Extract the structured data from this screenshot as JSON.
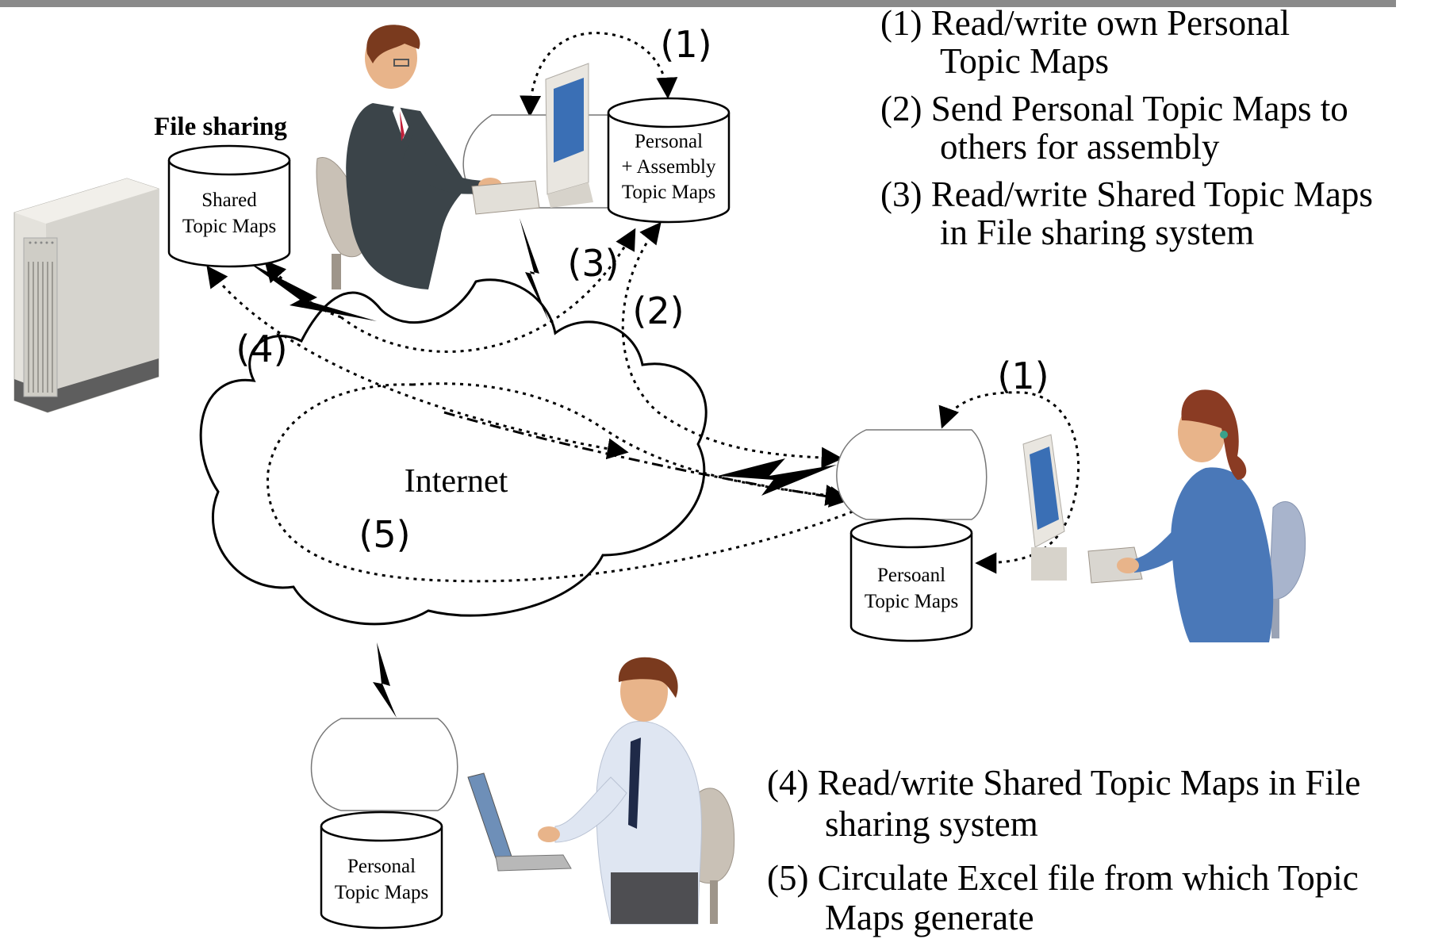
{
  "legend_top": [
    {
      "line1": "(1) Read/write own Personal",
      "line2": "Topic Maps"
    },
    {
      "line1": "(2) Send Personal Topic Maps to",
      "line2": "others for assembly"
    },
    {
      "line1": "(3) Read/write Shared Topic Maps",
      "line2": "in File sharing system"
    }
  ],
  "legend_bottom": [
    {
      "line1": "(4) Read/write Shared Topic Maps in File",
      "line2": "sharing system"
    },
    {
      "line1": "(5) Circulate Excel file from which Topic",
      "line2": "Maps generate"
    }
  ],
  "file_sharing_label": "File sharing",
  "db_shared": {
    "line1": "Shared",
    "line2": "Topic Maps"
  },
  "db_assembly": {
    "line1": "Personal",
    "line2": "+ Assembly",
    "line3": "Topic Maps"
  },
  "db_right": {
    "line1": "Persoanl",
    "line2": "Topic Maps"
  },
  "db_bottom": {
    "line1": "Personal",
    "line2": "Topic Maps"
  },
  "internet_label": "Internet",
  "markers": {
    "m1_top": "(1)",
    "m1_right": "(1)",
    "m2": "(2)",
    "m3": "(3)",
    "m4": "(4)",
    "m5": "(5)"
  },
  "colors": {
    "monitor_screen": "#3a6fb5",
    "suit_dark": "#3b4449",
    "blouse_blue": "#4a78b8",
    "shirt_light": "#dfe6f2",
    "hair_brown": "#7a3a1e",
    "skin": "#e8b48a",
    "chair": "#c9c1b6"
  }
}
